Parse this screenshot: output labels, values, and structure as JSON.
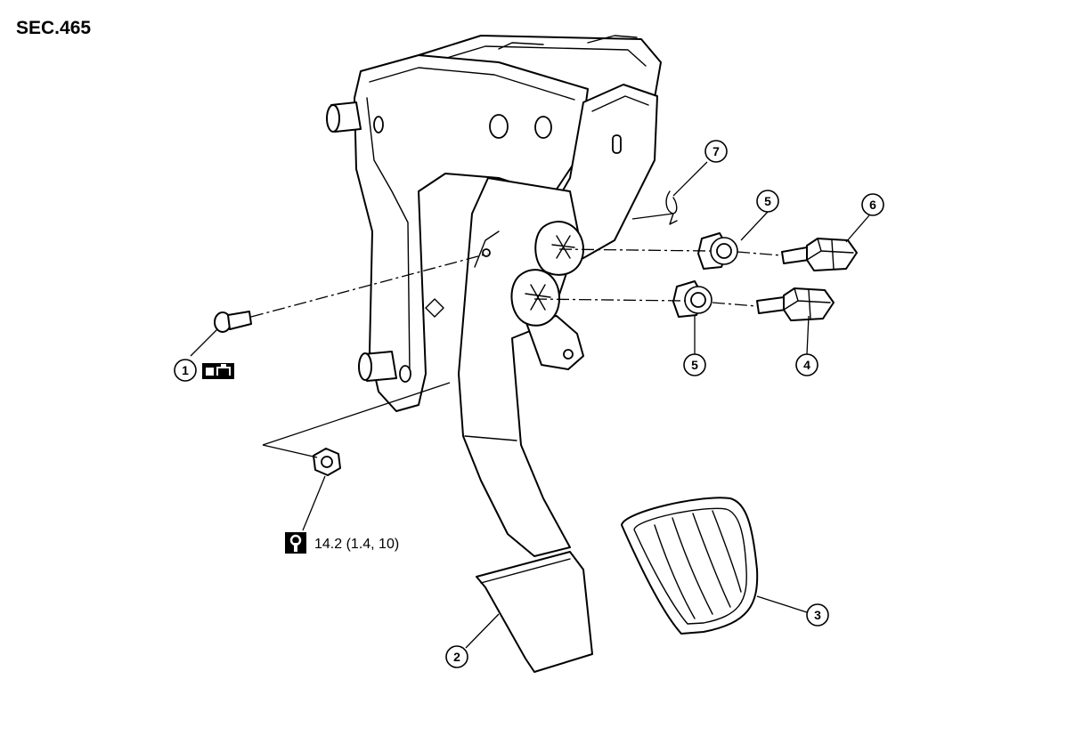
{
  "section_code": "SEC.465",
  "callouts": {
    "c1": "1",
    "c2": "2",
    "c3": "3",
    "c4": "4",
    "c5a": "5",
    "c5b": "5",
    "c6": "6",
    "c7": "7"
  },
  "torque_spec": "14.2 (1.4, 10)",
  "icons": {
    "grease": "grease-application-icon",
    "torque": "torque-wrench-icon"
  }
}
